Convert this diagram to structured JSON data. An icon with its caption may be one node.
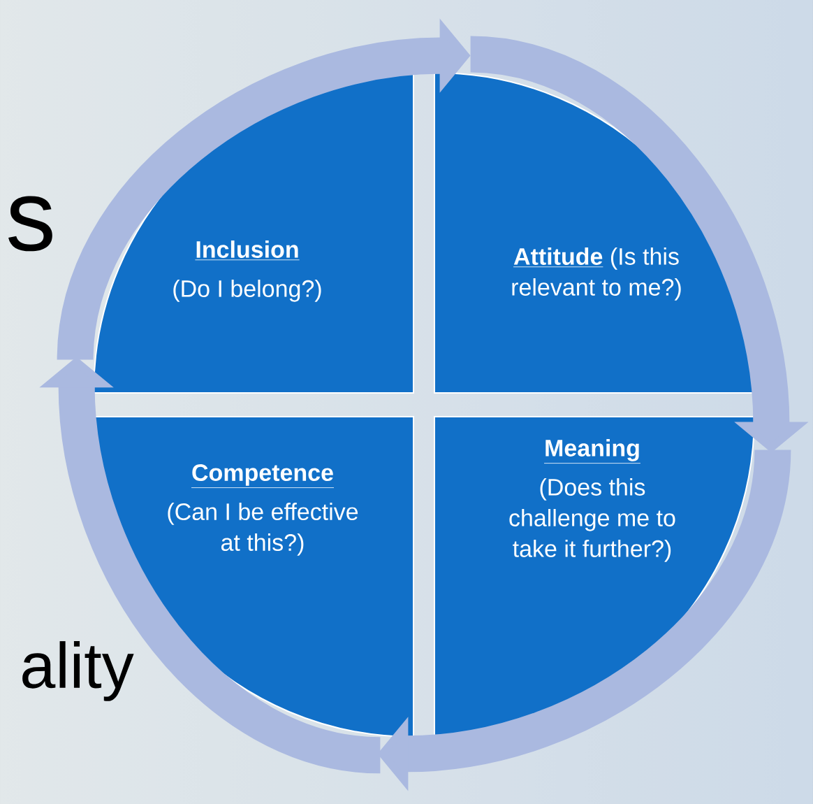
{
  "diagram": {
    "nodes": [
      {
        "text": [
          "Inclusion",
          "(Do I belong?)"
        ]
      },
      {
        "text": [
          "Attitude",
          "(Is this relevant to me?)"
        ]
      },
      {
        "text": [
          "Meaning",
          "(Does this challenge me to take it further?)"
        ]
      },
      {
        "text": [
          "Competence",
          "(Can I be effective at this?)"
        ]
      }
    ],
    "edges": [
      {
        "from": 0,
        "to": 1,
        "arrow": "to"
      },
      {
        "from": 1,
        "to": 2,
        "arrow": "to"
      },
      {
        "from": 2,
        "to": 3,
        "arrow": "to"
      },
      {
        "from": 3,
        "to": 0,
        "arrow": "to"
      }
    ],
    "labels": [
      "s",
      "ality"
    ]
  }
}
